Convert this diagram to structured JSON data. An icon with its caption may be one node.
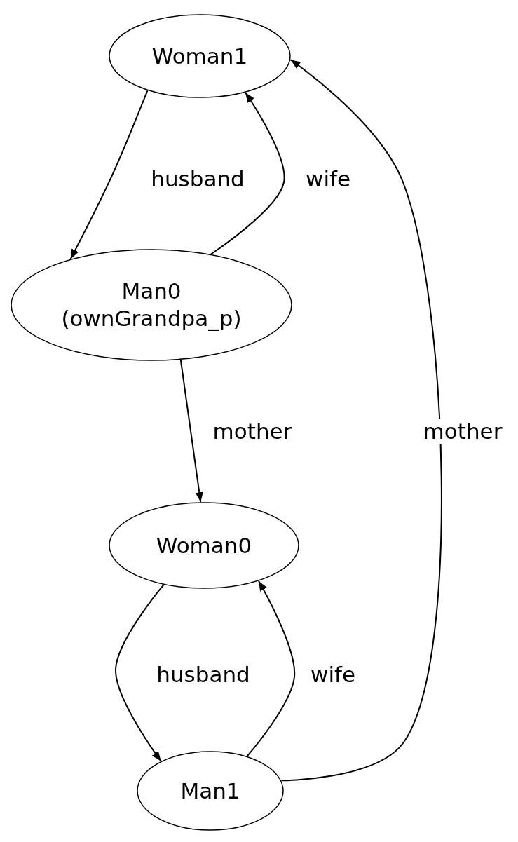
{
  "diagram": {
    "nodes": [
      {
        "text": [
          "Woman1"
        ]
      },
      {
        "text": [
          "Man0 (ownGrandpa_p)"
        ]
      },
      {
        "text": [
          "Woman0"
        ]
      },
      {
        "text": [
          "Man1"
        ]
      }
    ],
    "edges": [
      {
        "from": 0,
        "to": 1,
        "arrow": "to",
        "label": "husband"
      },
      {
        "from": 1,
        "to": 0,
        "arrow": "to",
        "label": "wife"
      },
      {
        "from": 1,
        "to": 2,
        "arrow": "to",
        "label": "mother"
      },
      {
        "from": 2,
        "to": 3,
        "arrow": "to",
        "label": "husband"
      },
      {
        "from": 3,
        "to": 2,
        "arrow": "to",
        "label": "wife"
      },
      {
        "from": 3,
        "to": 0,
        "arrow": "to",
        "label": "mother"
      }
    ]
  }
}
